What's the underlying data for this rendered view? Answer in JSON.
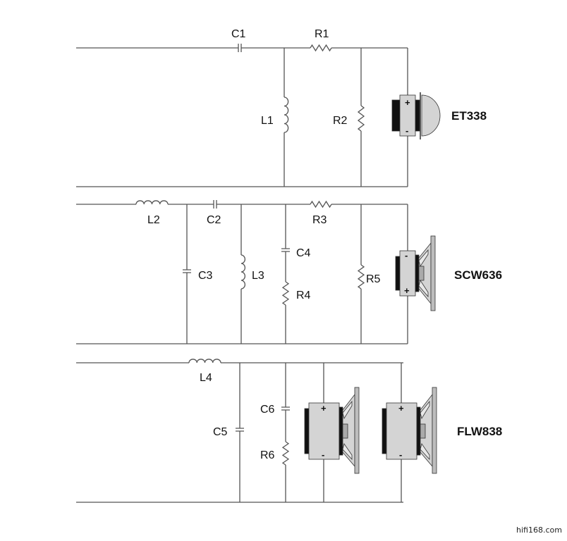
{
  "sections": [
    {
      "name": "ET338",
      "components": {
        "c1": "C1",
        "r1": "R1",
        "l1": "L1",
        "r2": "R2"
      },
      "polarity": {
        "top": "+",
        "bottom": "-"
      }
    },
    {
      "name": "SCW636",
      "components": {
        "l2": "L2",
        "c2": "C2",
        "r3": "R3",
        "c3": "C3",
        "l3": "L3",
        "c4": "C4",
        "r4": "R4",
        "r5": "R5"
      },
      "polarity": {
        "top": "-",
        "bottom": "+"
      }
    },
    {
      "name": "FLW838",
      "components": {
        "l4": "L4",
        "c5": "C5",
        "c6": "C6",
        "r6": "R6"
      },
      "polarity": {
        "top": "+",
        "bottom": "-"
      }
    }
  ],
  "watermark": "hifi168.com"
}
